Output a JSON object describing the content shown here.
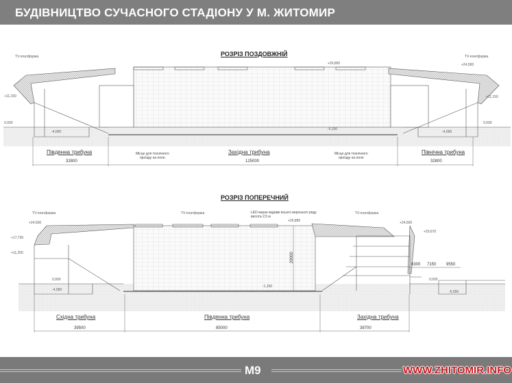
{
  "header": {
    "title": "БУДІВНИЦТВО СУЧАСНОГО СТАДІОНУ У М. ЖИТОМИР"
  },
  "longitudinal": {
    "title": "РОЗРІЗ ПОЗДОВЖНІЙ",
    "tv_left": "TV-платформа",
    "tv_right": "TV-платформа",
    "stands": [
      "Південна трибуна",
      "Західна трибуна",
      "Північна трибуна"
    ],
    "dimensions": [
      "32800",
      "125000",
      "32800"
    ],
    "access_note_left": [
      "Місце для технічного",
      "проїзду на поле"
    ],
    "access_note_right": [
      "Місце для технічного",
      "проїзду на поле"
    ],
    "elevations": {
      "left_mid": "+11,150",
      "left_ground": "0,000",
      "left_base": "-4,000",
      "center_top": "+26,850",
      "center_field": "-5,150",
      "right_top": "+24,500",
      "right_mid": "+11,150",
      "right_ground": "0,000",
      "right_base": "-4,000"
    }
  },
  "transverse": {
    "title": "РОЗРІЗ ПОПЕРЕЧНИЙ",
    "tv_labels": [
      "TV-платформа",
      "TV-платформа",
      "TV-платформа"
    ],
    "led_note": [
      "LED-екран вздовж всього верхнього ряду",
      "висота 2,5 м"
    ],
    "stands": [
      "Східна трибуна",
      "Південна трибуна",
      "Західна трибуна"
    ],
    "dimensions": [
      "39500",
      "85000",
      "38700"
    ],
    "height_dim": "29000",
    "right_dims": [
      "6300",
      "7150",
      "9550"
    ],
    "elevations": {
      "l_top": "+24,500",
      "l_17": "+17,730",
      "l_11": "+11,250",
      "l_ground": "0,000",
      "l_base": "-4,050",
      "c_top": "+26,850",
      "c_field": "-1,150",
      "r_top": "+24,500",
      "r_20": "+20,670",
      "r_ground": "0,000",
      "r_base": "-5,550"
    }
  },
  "footer": {
    "logo": "M9",
    "site": "WWW.ZHITOMIR.INFO"
  },
  "colors": {
    "bar": "#7f7f7f",
    "site": "#c4161c"
  }
}
